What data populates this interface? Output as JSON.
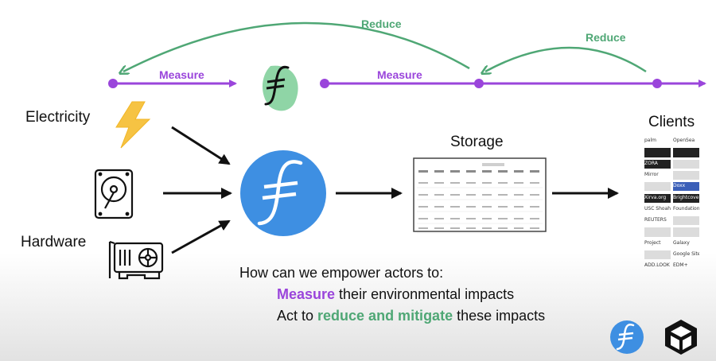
{
  "labels": {
    "electricity": "Electricity",
    "hardware": "Hardware",
    "storage": "Storage",
    "clients": "Clients",
    "measure_left": "Measure",
    "measure_right": "Measure",
    "reduce_top": "Reduce",
    "reduce_right": "Reduce"
  },
  "question": {
    "intro": "How can we empower actors to:",
    "line1_emph": "Measure",
    "line1_rest": " their environmental impacts",
    "line2_pre": "Act to ",
    "line2_emph": "reduce and mitigate",
    "line2_rest": " these impacts"
  },
  "client_logos": [
    "palm",
    "OpenSea",
    "",
    "",
    "ZORA",
    "",
    "Mirror",
    "",
    "",
    "Doxx",
    "Xirva.org",
    "Brightcove",
    "USC Shoah",
    "Foundation",
    "REUTERS",
    "",
    "",
    "",
    "Project",
    "Galaxy",
    "",
    "Google Sites",
    "ADD.LOOK",
    "EDM+"
  ],
  "colors": {
    "purple": "#9a45db",
    "green": "#4fa775",
    "filecoin_blue": "#3e8fe2",
    "leaf_green": "#8fd5a6",
    "bolt_yellow": "#f6c343"
  },
  "icons": {
    "electricity": "lightning-bolt-icon",
    "hardware_disk": "hard-drive-icon",
    "hardware_gpu": "graphics-card-icon",
    "filecoin": "filecoin-logo-icon",
    "green_filecoin": "green-leaf-filecoin-icon",
    "storage": "storage-table-thumbnail",
    "protocol_labs": "cube-logo-icon"
  }
}
